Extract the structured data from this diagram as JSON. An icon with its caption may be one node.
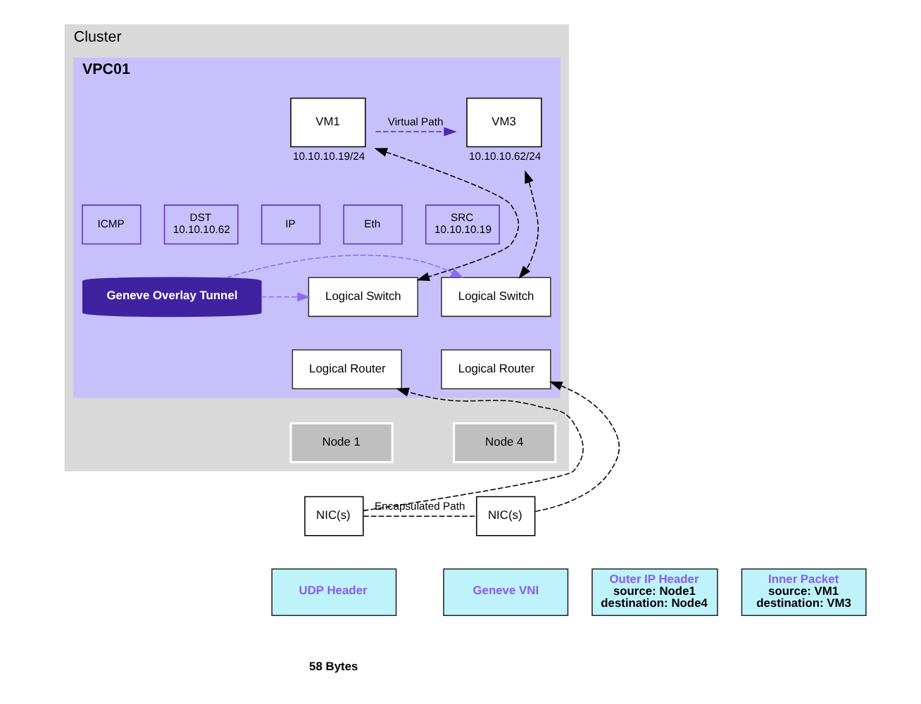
{
  "diagram": {
    "nodes": [
      {
        "text": [
          "Cluster"
        ]
      },
      {
        "text": [
          "Node 1"
        ],
        "in": 0
      },
      {
        "text": [
          "Node 4"
        ],
        "in": 0
      },
      {
        "text": [
          "VPC01"
        ],
        "in": 0
      },
      {
        "text": [
          "VM1"
        ],
        "in": 3,
        "beside": [
          "10.10.10.19/24"
        ]
      },
      {
        "text": [
          "VM3"
        ],
        "in": 3,
        "beside": [
          "10.10.10.62/24"
        ]
      },
      {
        "text": [
          "Eth"
        ],
        "in": 3
      },
      {
        "text": [
          "IP"
        ],
        "in": 3
      },
      {
        "text": [
          "SRC 10.10.10.19"
        ],
        "in": 3
      },
      {
        "text": [
          "DST 10.10.10.62"
        ],
        "in": 3
      },
      {
        "text": [
          "ICMP"
        ],
        "in": 3
      },
      {
        "text": [
          "Logical Switch"
        ],
        "in": 3
      },
      {
        "text": [
          "Geneve Overlay Tunnel"
        ],
        "in": 3
      },
      {
        "text": [
          "Logical Switch"
        ],
        "in": 3
      },
      {
        "text": [
          "Logical Router"
        ],
        "in": 3
      },
      {
        "text": [
          "Logical Router"
        ],
        "in": 3
      },
      {
        "text": [
          "NIC(s)"
        ]
      },
      {
        "text": [
          "NIC(s)"
        ]
      },
      {
        "text": [
          "Outer IP Header",
          "source: Node1 destination: Node4"
        ]
      },
      {
        "text": [
          "UDP Header"
        ]
      },
      {
        "text": [
          "Geneve VNI"
        ]
      },
      {
        "text": [
          "Inner Packet",
          "source: VM1 destination: VM3"
        ]
      }
    ],
    "edges": [
      {
        "from": 4,
        "to": 5,
        "arrow": "to",
        "style": "dashed",
        "label": "Virtual Path",
        "color": "#4a2db0"
      },
      {
        "from": 4,
        "to": 11,
        "arrow": "both",
        "style": "dashed"
      },
      {
        "from": 5,
        "to": 13,
        "arrow": "both",
        "style": "dashed"
      },
      {
        "from": 12,
        "to": 11,
        "arrow": "to",
        "style": "dashed",
        "color": "#8a6cf0"
      },
      {
        "from": 12,
        "to": 13,
        "arrow": "to",
        "style": "dashed",
        "color": "#8a6cf0"
      },
      {
        "from": 16,
        "to": 14,
        "arrow": "to",
        "style": "dashed"
      },
      {
        "from": 17,
        "to": 15,
        "arrow": "to",
        "style": "dashed"
      },
      {
        "from": 16,
        "to": 17,
        "arrow": "none",
        "style": "dashed",
        "label": "Encapsulated Path"
      }
    ],
    "labels": [
      "58 Bytes"
    ]
  }
}
